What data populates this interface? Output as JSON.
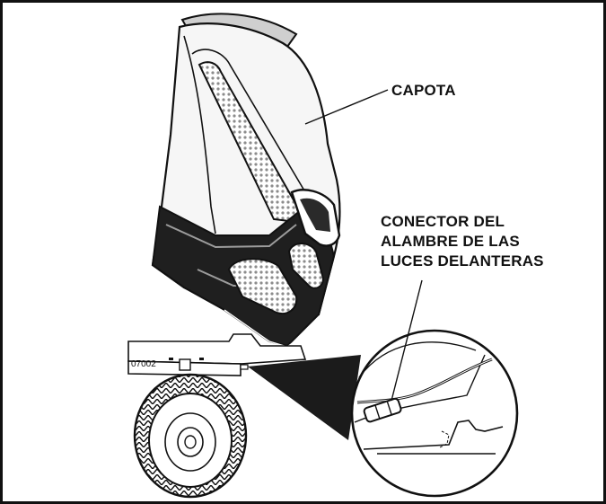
{
  "labels": {
    "hood": "CAPOTA",
    "connector_line1": "CONECTOR DEL",
    "connector_line2": "ALAMBRE DE LAS",
    "connector_line3": "LUCES DELANTERAS"
  },
  "figure_number": "07002",
  "colors": {
    "line": "#111111",
    "dark_fill": "#1e1e1e",
    "light_fill": "#f4f4f4",
    "mesh": "#9a9a9a"
  }
}
